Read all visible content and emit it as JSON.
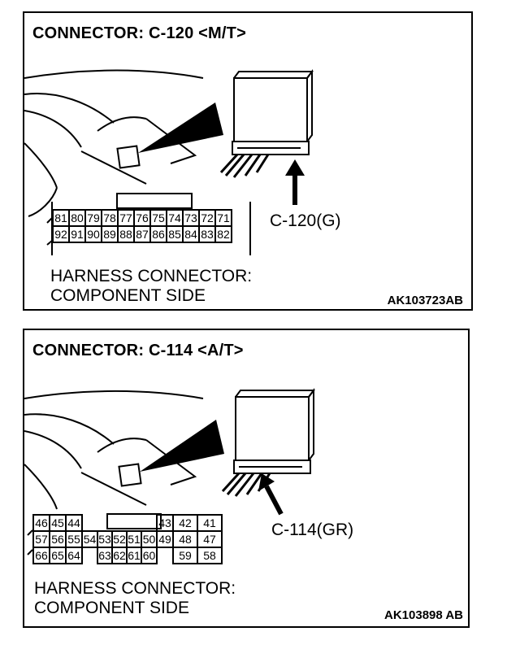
{
  "panels": [
    {
      "title": "CONNECTOR: C-120 <M/T>",
      "connector_label": "C-120(G)",
      "caption_line1": "HARNESS CONNECTOR:",
      "caption_line2": "COMPONENT SIDE",
      "code": "AK103723AB",
      "pin_rows": [
        [
          "81",
          "80",
          "79",
          "78",
          "77",
          "76",
          "75",
          "74",
          "73",
          "72",
          "71"
        ],
        [
          "92",
          "91",
          "90",
          "89",
          "88",
          "87",
          "86",
          "85",
          "84",
          "83",
          "82"
        ]
      ]
    },
    {
      "title": "CONNECTOR: C-114 <A/T>",
      "connector_label": "C-114(GR)",
      "caption_line1": "HARNESS CONNECTOR:",
      "caption_line2": "COMPONENT SIDE",
      "code": "AK103898 AB",
      "pin_rows": [
        [
          "46",
          "45",
          "44",
          "",
          "",
          "",
          "",
          "",
          "",
          "43",
          "42",
          "41"
        ],
        [
          "57",
          "56",
          "55",
          "54",
          "53",
          "52",
          "51",
          "50",
          "49",
          "48",
          "47"
        ],
        [
          "66",
          "65",
          "64",
          "",
          "63",
          "62",
          "61",
          "60",
          "",
          "59",
          "58"
        ]
      ]
    }
  ]
}
